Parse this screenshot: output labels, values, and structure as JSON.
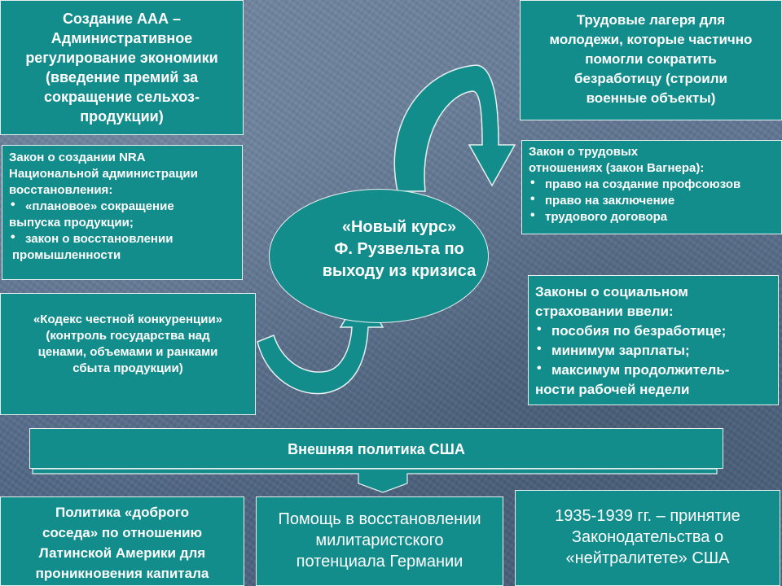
{
  "boxes": {
    "aaa": {
      "lines": [
        "Создание ААА –",
        "Административное",
        "регулирование экономики",
        "(введение премий за",
        "сокращение сельхоз-",
        "продукции)"
      ]
    },
    "nra": {
      "heading": [
        "Закон о создании NRA",
        "Национальной администрации",
        "восстановления:"
      ],
      "bullets": [
        "«плановое» сокращение",
        "закон о восстановлении"
      ],
      "continuations": [
        "выпуска продукции;",
        "промышленности"
      ]
    },
    "code": {
      "lines": [
        "«Кодекс честной конкуренции»",
        "(контроль государства над",
        "ценами, объемами и ранками",
        "сбыта продукции)"
      ]
    },
    "camps": {
      "lines": [
        "Трудовые лагеря для",
        "молодежи, которые частично",
        "помогли сократить",
        "безработицу (строили",
        "военные объекты)"
      ]
    },
    "wagner": {
      "heading": [
        "Закон о трудовых",
        "отношениях (закон Вагнера):"
      ],
      "bullets": [
        "право на создание профсоюзов",
        "право на заключение",
        "трудового договора"
      ]
    },
    "social": {
      "heading": [
        "Законы о социальном",
        "страховании ввели:"
      ],
      "bullets": [
        "пособия по безработице;",
        "минимум зарплаты;",
        "максимум продолжитель-"
      ],
      "continuation": "ности рабочей недели"
    },
    "foreign": {
      "title": "Внешняя политика США"
    },
    "neighbor": {
      "lines": [
        "Политика «доброго",
        "соседа» по отношению",
        "Латинской Америки для",
        "проникновения капитала"
      ]
    },
    "germany": {
      "lines": [
        "Помощь в восстановлении",
        "милитаристского",
        "потенциала Германии"
      ]
    },
    "neutrality": {
      "lines": [
        "1935-1939 гг. – принятие",
        "Законодательства о",
        "«нейтралитете» США"
      ]
    }
  },
  "center": {
    "lines": [
      "«Новый курс»",
      "Ф. Рузвельта по",
      "выходу из кризиса"
    ]
  },
  "colors": {
    "box_fill": "#138c8c",
    "box_border": "#e6f0f0",
    "arrow_fill": "#138c8c",
    "background": "#5d7492"
  }
}
